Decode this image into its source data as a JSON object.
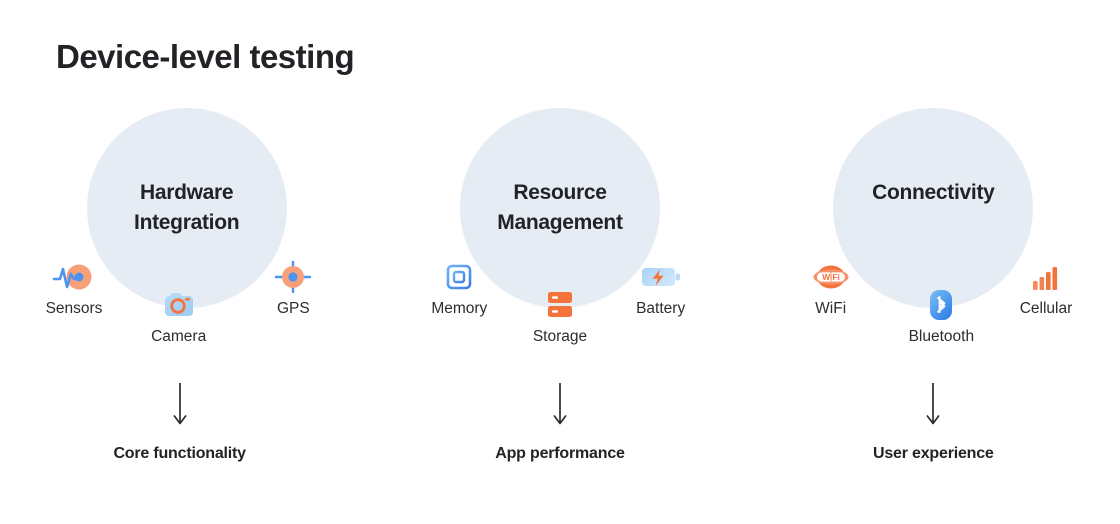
{
  "title": "Device-level testing",
  "theme": {
    "background": "#ffffff",
    "circle_fill": "#e6ecf3",
    "text_dark": "#222326",
    "label_text": "#2c2d30",
    "accent_orange": "#f4743b",
    "accent_orange_light": "#f7a07a",
    "accent_blue": "#4d94f0",
    "accent_blue_light": "#a9d2f7"
  },
  "columns": [
    {
      "circle_title_line1": "Hardware",
      "circle_title_line2": "Integration",
      "items": [
        {
          "label": "Sensors",
          "icon": "pulse-sensor-icon"
        },
        {
          "label": "Camera",
          "icon": "camera-icon"
        },
        {
          "label": "GPS",
          "icon": "gps-crosshair-icon"
        }
      ],
      "arrow": "arrow-down-icon",
      "outcome": "Core functionality"
    },
    {
      "circle_title_line1": "Resource",
      "circle_title_line2": "Management",
      "items": [
        {
          "label": "Memory",
          "icon": "cpu-chip-icon"
        },
        {
          "label": "Storage",
          "icon": "server-storage-icon"
        },
        {
          "label": "Battery",
          "icon": "battery-bolt-icon"
        }
      ],
      "arrow": "arrow-down-icon",
      "outcome": "App performance"
    },
    {
      "circle_title_line1": "Connectivity",
      "circle_title_line2": "",
      "items": [
        {
          "label": "WiFi",
          "icon": "wifi-badge-icon"
        },
        {
          "label": "Bluetooth",
          "icon": "bluetooth-icon"
        },
        {
          "label": "Cellular",
          "icon": "signal-bars-icon"
        }
      ],
      "arrow": "arrow-down-icon",
      "outcome": "User experience"
    }
  ]
}
